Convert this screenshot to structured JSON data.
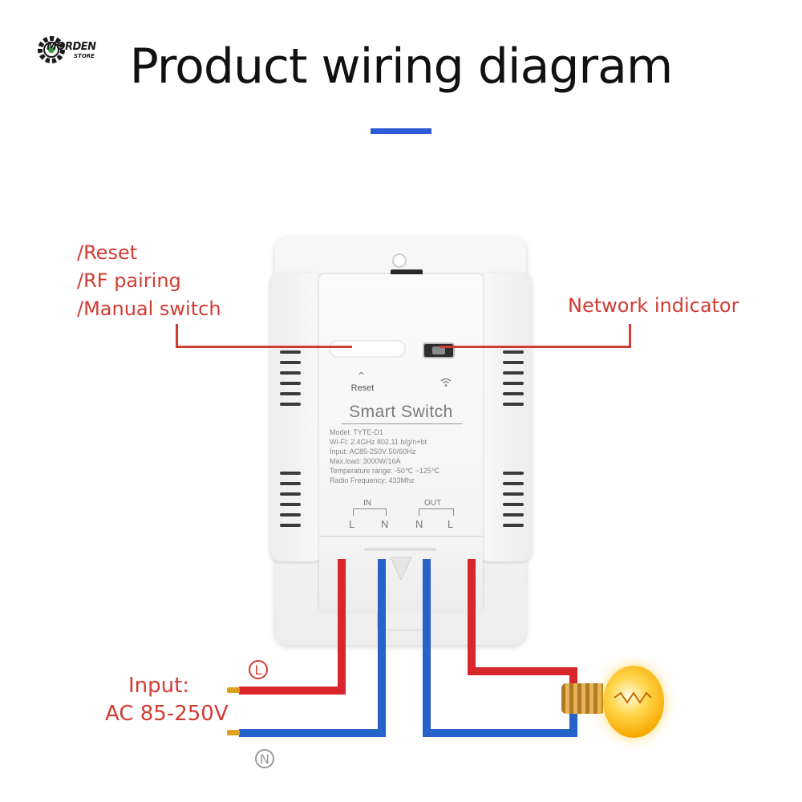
{
  "header": {
    "logo_text": "MORDEN",
    "logo_sub": "STORE",
    "title": "Product wiring diagram",
    "accent_color": "#2f5bd6"
  },
  "annotations": {
    "left_lines": [
      "/Reset",
      "/RF pairing",
      "/Manual switch"
    ],
    "right": "Network indicator",
    "line_color": "#d23b32"
  },
  "device": {
    "reset_label": "Reset",
    "name": "Smart Switch",
    "specs": [
      "Model: TYTE-D1",
      "Wi-Fi: 2.4GHz 802.11 b/g/n+bt",
      "Input: AC85-250V 50/60Hz",
      "Max.load: 3000W/16A",
      "Temperature range: -50℃ ~125℃",
      "Radio Frequency: 433Mhz"
    ],
    "terminals": {
      "in_label": "IN",
      "out_label": "OUT",
      "in_letters": [
        "L",
        "N"
      ],
      "out_letters": [
        "N",
        "L"
      ]
    }
  },
  "input": {
    "line1": "Input:",
    "line2": "AC 85-250V",
    "live_symbol": "L",
    "neutral_symbol": "N"
  },
  "wires": {
    "live_color": "#d8262b",
    "neutral_color": "#2563c9"
  },
  "icons": {
    "logo": "gear-logo-icon",
    "wifi": "wifi-icon",
    "bulb": "light-bulb-icon"
  }
}
